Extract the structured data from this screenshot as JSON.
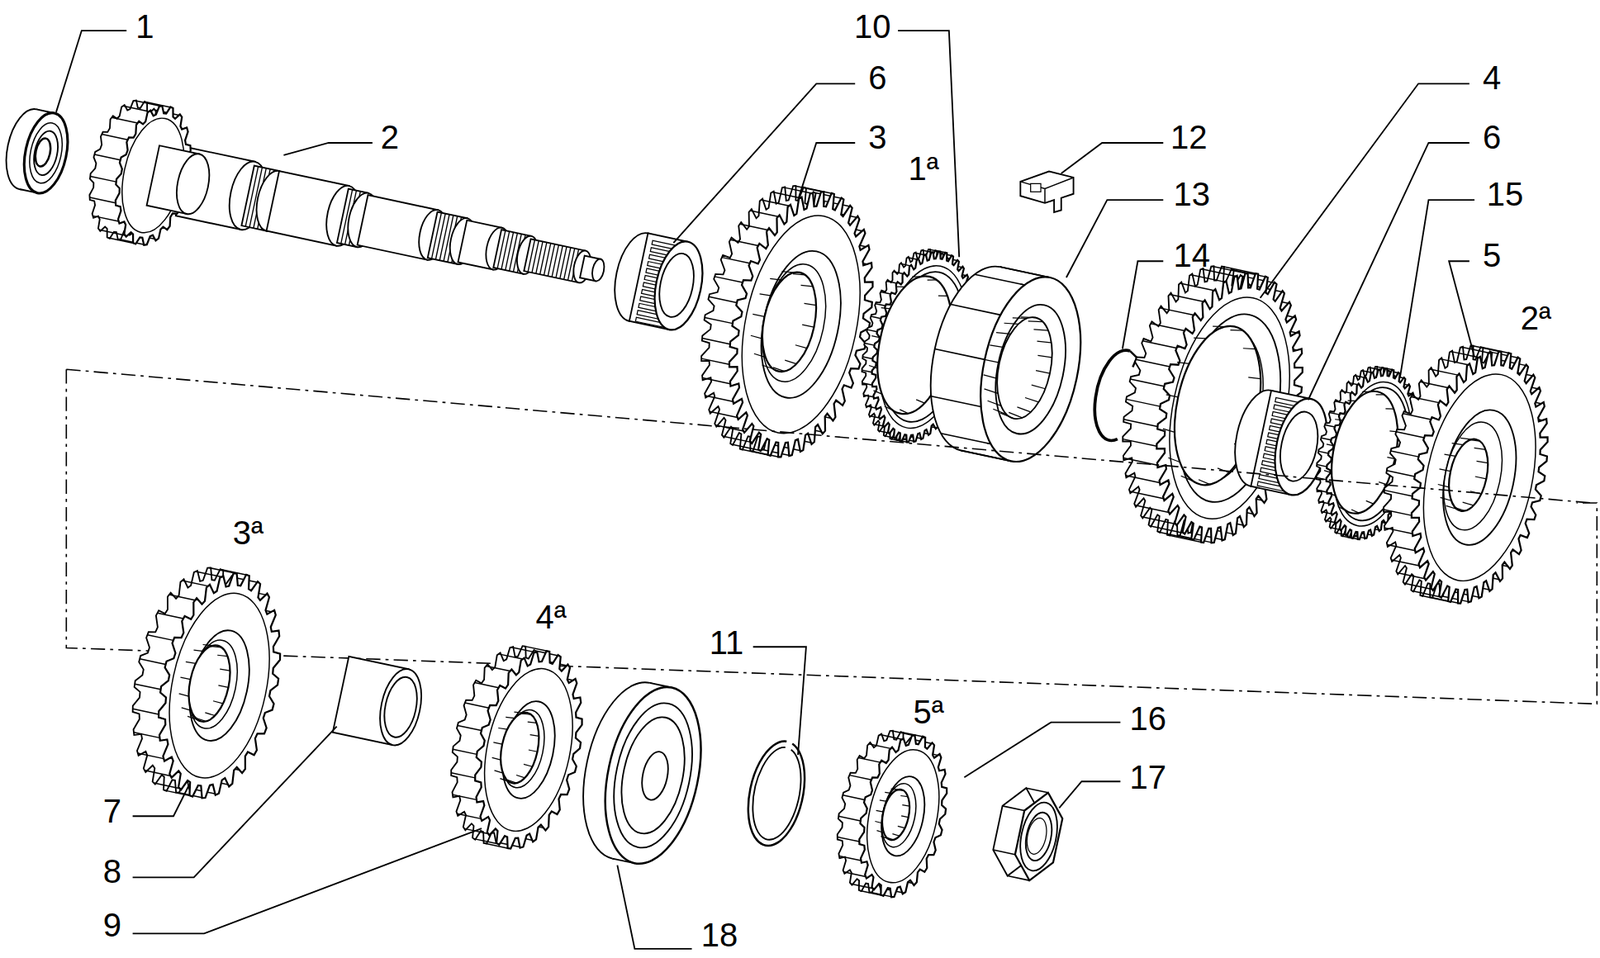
{
  "diagram": {
    "labels": [
      "1",
      "2",
      "10",
      "6",
      "3",
      "1ª",
      "12",
      "13",
      "14",
      "4",
      "6",
      "15",
      "5",
      "2ª",
      "3ª",
      "4ª",
      "11",
      "5ª",
      "16",
      "17",
      "7",
      "8",
      "9",
      "18"
    ]
  }
}
